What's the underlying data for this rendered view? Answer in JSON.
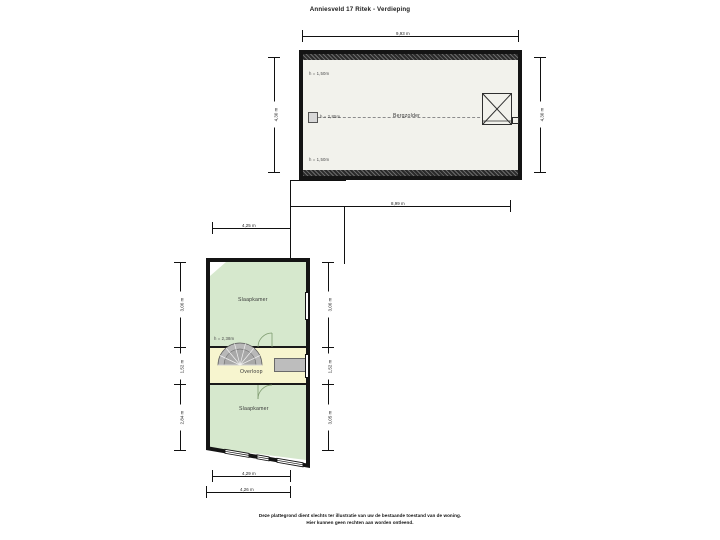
{
  "document": {
    "title": "Anniesveld 17 Ritek - Verdieping",
    "floor_label": "Verdieping",
    "footer_line_1": "Deze plattegrond dient slechts ter illustratie van uw de bestaande toestand van de woning.",
    "footer_line_2": "Hier kunnen geen rechten aan worden ontleend."
  },
  "colors": {
    "attic_fill": "#f2f2ec",
    "bedroom_fill": "#d6e8cd",
    "landing_fill": "#f7f5cf",
    "wall": "#141414",
    "dimension": "#222222",
    "label_text": "#3a3a3a"
  },
  "rooms": [
    {
      "id": "bergzolder",
      "name": "Bergzolder",
      "fill": "#f2f2ec"
    },
    {
      "id": "slaapkamer_boven",
      "name": "Slaapkamer",
      "fill": "#d6e8cd"
    },
    {
      "id": "slaapkamer_onder",
      "name": "Slaapkamer",
      "fill": "#d6e8cd"
    },
    {
      "id": "overloop",
      "name": "Overloop",
      "fill": "#f7f5cf"
    }
  ],
  "height_labels": {
    "attic_top": "h = 1,50m",
    "attic_ridge": "h = 2,85m",
    "attic_bottom": "h = 1,50m",
    "bedroom_upper": "h = 2,38m"
  },
  "dimensions": {
    "attic_width_top": "9,93 m",
    "attic_height_left": "4,30 m",
    "attic_height_right": "4,30 m",
    "mid_width": "8,99 m",
    "connector_width": "4,25 m",
    "bedroom_upper_height": "3,06 m",
    "landing_height": "1,52 m",
    "bedroom_lower_height": "2,84 m",
    "right_upper_height": "3,06 m",
    "right_mid_height": "1,52 m",
    "right_lower_height": "3,05 m",
    "bottom_width_inner": "4,29 m",
    "bottom_width_outer": "4,26 m"
  },
  "features": {
    "stair": "spiral-staircase",
    "attic_opening": "crossed-hatch-opening",
    "windows_count_bottom": 3,
    "windows_count_right": 2
  }
}
